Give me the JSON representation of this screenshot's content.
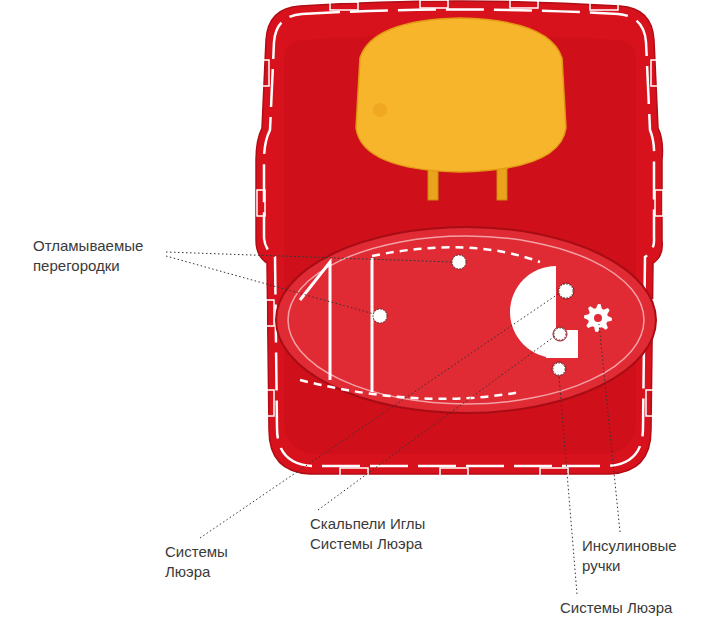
{
  "diagram": {
    "labels": [
      "Отламываемые перегородки",
      "Системы Люэра",
      "Скальпели Иглы Системы Люэра",
      "Инсулиновые ручки",
      "Системы Люэра"
    ]
  }
}
